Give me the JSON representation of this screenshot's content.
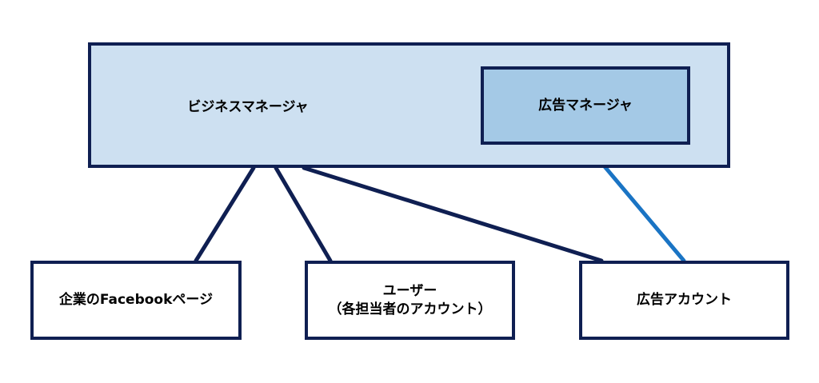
{
  "nodes": {
    "business_manager": {
      "label": "ビジネスマネージャ"
    },
    "ads_manager": {
      "label": "広告マネージャ"
    },
    "facebook_page": {
      "label": "企業のFacebookページ"
    },
    "users": {
      "line1": "ユーザー",
      "line2": "（各担当者のアカウント）"
    },
    "ad_account": {
      "label": "広告アカウント"
    }
  },
  "colors": {
    "border": "#0f1f52",
    "business_manager_fill": "#cde0f1",
    "ads_manager_fill": "#a4c9e6",
    "link_dark": "#0f1f52",
    "link_light": "#1a74c4"
  }
}
